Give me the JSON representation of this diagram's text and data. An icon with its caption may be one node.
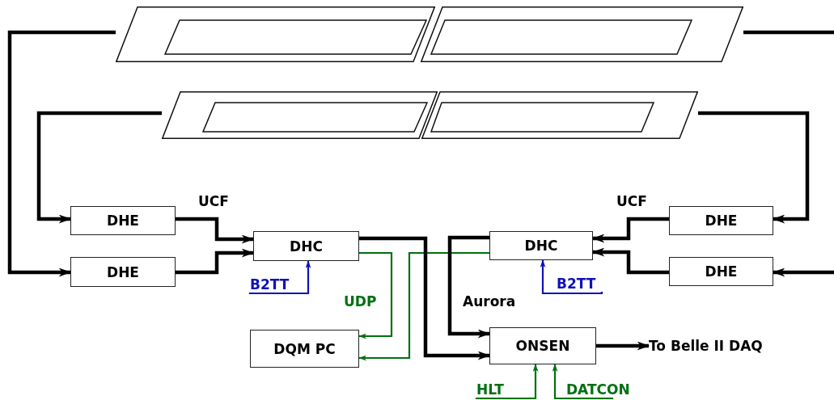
{
  "diagram": {
    "nodes": [
      {
        "text": [],
        "shape": "parallelogram"
      },
      {
        "text": [],
        "shape": "parallelogram"
      },
      {
        "text": [],
        "shape": "parallelogram"
      },
      {
        "text": [],
        "shape": "parallelogram"
      },
      {
        "text": [
          "DHE"
        ]
      },
      {
        "text": [
          "DHE"
        ]
      },
      {
        "text": [
          "DHC"
        ]
      },
      {
        "text": [
          "DHC"
        ]
      },
      {
        "text": [
          "DHE"
        ]
      },
      {
        "text": [
          "DHE"
        ]
      },
      {
        "text": [
          "DQM PC"
        ]
      },
      {
        "text": [
          "ONSEN"
        ]
      },
      {
        "text": [
          "To Belle II DAQ"
        ]
      },
      {
        "text": [
          "B2TT"
        ]
      },
      {
        "text": [
          "B2TT"
        ]
      },
      {
        "text": [
          "HLT"
        ]
      },
      {
        "text": [
          "DATCON"
        ]
      }
    ],
    "edges": [
      {
        "from": 0,
        "to": 5,
        "arrow": "to"
      },
      {
        "from": 2,
        "to": 4,
        "arrow": "to"
      },
      {
        "from": 3,
        "to": 8,
        "arrow": "to"
      },
      {
        "from": 1,
        "to": 9,
        "arrow": "to"
      },
      {
        "from": 4,
        "to": 6,
        "arrow": "to"
      },
      {
        "from": 5,
        "to": 6,
        "arrow": "to"
      },
      {
        "from": 8,
        "to": 7,
        "arrow": "to"
      },
      {
        "from": 9,
        "to": 7,
        "arrow": "to"
      },
      {
        "from": 13,
        "to": 6,
        "arrow": "to",
        "color": "#1111bb"
      },
      {
        "from": 14,
        "to": 7,
        "arrow": "to",
        "color": "#1111bb"
      },
      {
        "from": 6,
        "to": 10,
        "arrow": "to",
        "color": "#007010"
      },
      {
        "from": 7,
        "to": 10,
        "arrow": "to",
        "color": "#007010"
      },
      {
        "from": 6,
        "to": 11,
        "arrow": "to"
      },
      {
        "from": 7,
        "to": 11,
        "arrow": "to"
      },
      {
        "from": 11,
        "to": 12,
        "arrow": "to"
      },
      {
        "from": 15,
        "to": 11,
        "arrow": "to",
        "color": "#007010"
      },
      {
        "from": 16,
        "to": 11,
        "arrow": "to",
        "color": "#007010"
      }
    ],
    "labels": [
      "UCF",
      "UCF",
      "UDP",
      "Aurora"
    ]
  }
}
